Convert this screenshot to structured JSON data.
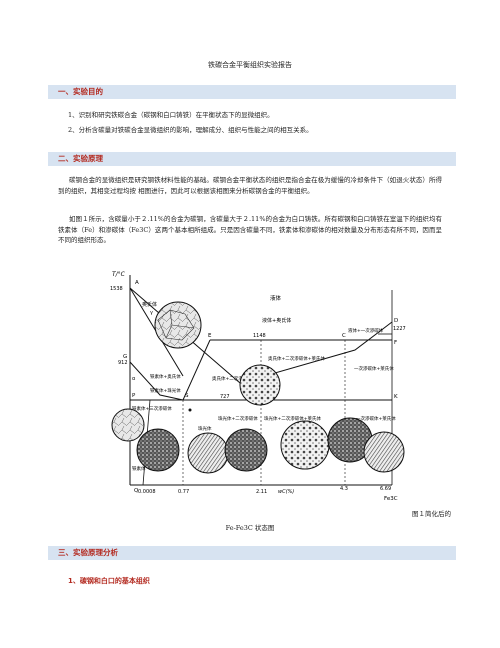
{
  "doc": {
    "title": "铁碳合金平衡组织实验报告",
    "sections": [
      {
        "heading": "一、实验目的"
      },
      {
        "heading": "二、实验原理"
      },
      {
        "heading": "三、实验原理分析"
      }
    ],
    "purpose": [
      "1、识别和研究铁碳合金（碳钢和白口铸铁）在平衡状态下的显微组织。",
      "2、分析含碳量对铁碳合金显微组织的影响，理解成分、组织与性能之间的相互关系。"
    ],
    "principle_p1": "碳钢合金的显微组织是研究钢铁材料性能的基础。碳钢合金平衡状态的组织是指合金在极为缓慢的冷却条件下（如退火状态）所得到的组织，其相变过程均按 相图进行，因此可以根据该相图来分析碳钢合金的平衡组织。",
    "principle_p2": "如图１所示，含碳量小于２.11%的合金为碳钢，含碳量大于２.11%的合金为白口铸铁。所有碳钢和白口铸铁在室温下的组织均有铁素体（Fe）和渗碳体（Fe3C）这两个基本相所组成。只是因含碳量不同，铁素体和渗碳体的相对数量及分布形态有所不同，因而呈不同的组织形态。",
    "figure_caption_right": "图１简化后的",
    "figure_caption_center": "Fe-Fe3C 状态图",
    "subheading": "1、碳钢和白口的基本组织"
  },
  "diagram": {
    "axis_y_label": "T/°C",
    "axis_x_label": "wC(%)",
    "x_end_label": "Fe3C",
    "temps": {
      "A": "1538",
      "D": "1227",
      "G": "912",
      "P": "727",
      "E_label": "1148"
    },
    "x_ticks": [
      "0.0008",
      "0.77",
      "2.11",
      "4.3",
      "6.69"
    ],
    "points": [
      "A",
      "D",
      "G",
      "E",
      "C",
      "F",
      "S",
      "P",
      "Q",
      "K"
    ],
    "regions": {
      "liquid": "液体",
      "austenite": "奥氏体",
      "austenite_gamma": "γ",
      "liquid_austenite": "液体+奥氏体",
      "liquid_cementite": "液体+一次渗碳体",
      "austenite_ferrite": "铁素体+奥氏体",
      "ferrite_pearlite": "铁素体+珠光体",
      "ferrite_cementite": "铁素体+三次渗碳体",
      "aus_sec_cem": "奥氏体+二次渗碳体",
      "aus_sec_ledeburite": "奥氏体+二次渗碳体+莱氏体",
      "pri_cem_ledeburite": "一次渗碳体+莱氏体",
      "pearlite": "珠光体",
      "pearlite_sec_cem": "珠光体+二次渗碳体",
      "pearlite_sec_cem_led": "珠光体+二次渗碳体+莱氏体",
      "ledeburite": "莱氏体",
      "pri_cem_led_low": "一次渗碳体+莱氏体",
      "ferrite": "铁素体",
      "alpha": "α"
    }
  }
}
